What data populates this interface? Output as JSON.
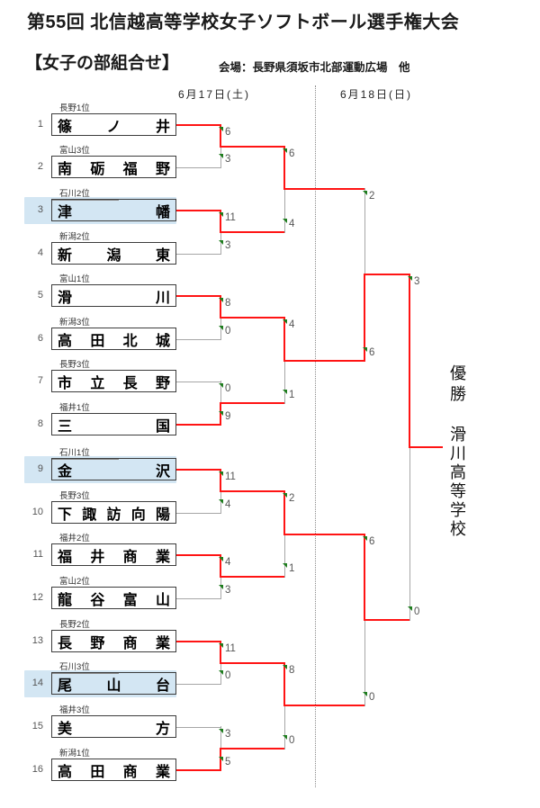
{
  "header": {
    "title": "第55回 北信越高等学校女子ソフトボール選手権大会",
    "section": "【女子の部組合せ】",
    "venue": "会場：長野県須坂市北部運動広場　他",
    "date_day1": "6月17日(土)",
    "date_day2": "6月18日(日)"
  },
  "champion": {
    "label": "優勝",
    "name": "滑川高等学校"
  },
  "teams": [
    {
      "no": "1",
      "seed": "長野1位",
      "name": "篠ノ井",
      "highlighted": false
    },
    {
      "no": "2",
      "seed": "富山3位",
      "name": "南砺福野",
      "highlighted": false
    },
    {
      "no": "3",
      "seed": "石川2位",
      "name": "津幡",
      "highlighted": true
    },
    {
      "no": "4",
      "seed": "新潟2位",
      "name": "新潟東",
      "highlighted": false
    },
    {
      "no": "5",
      "seed": "富山1位",
      "name": "滑川",
      "highlighted": false
    },
    {
      "no": "6",
      "seed": "新潟3位",
      "name": "高田北城",
      "highlighted": false
    },
    {
      "no": "7",
      "seed": "長野3位",
      "name": "市立長野",
      "highlighted": false
    },
    {
      "no": "8",
      "seed": "福井1位",
      "name": "三国",
      "highlighted": false
    },
    {
      "no": "9",
      "seed": "石川1位",
      "name": "金沢",
      "highlighted": true
    },
    {
      "no": "10",
      "seed": "長野3位",
      "name": "下諏訪向陽",
      "highlighted": false
    },
    {
      "no": "11",
      "seed": "福井2位",
      "name": "福井商業",
      "highlighted": false
    },
    {
      "no": "12",
      "seed": "富山2位",
      "name": "龍谷富山",
      "highlighted": false
    },
    {
      "no": "13",
      "seed": "長野2位",
      "name": "長野商業",
      "highlighted": false
    },
    {
      "no": "14",
      "seed": "石川3位",
      "name": "尾山台",
      "highlighted": true
    },
    {
      "no": "15",
      "seed": "福井3位",
      "name": "美方",
      "highlighted": false
    },
    {
      "no": "16",
      "seed": "新潟1位",
      "name": "高田商業",
      "highlighted": false
    }
  ],
  "results": {
    "round1": [
      {
        "top": "篠ノ井",
        "bottom": "南砺福野",
        "top_score": "6",
        "bottom_score": "3",
        "winner": "top"
      },
      {
        "top": "津幡",
        "bottom": "新潟東",
        "top_score": "11",
        "bottom_score": "3",
        "winner": "top"
      },
      {
        "top": "滑川",
        "bottom": "高田北城",
        "top_score": "8",
        "bottom_score": "0",
        "winner": "top"
      },
      {
        "top": "市立長野",
        "bottom": "三国",
        "top_score": "0",
        "bottom_score": "9",
        "winner": "bottom"
      },
      {
        "top": "金沢",
        "bottom": "下諏訪向陽",
        "top_score": "11",
        "bottom_score": "4",
        "winner": "top"
      },
      {
        "top": "福井商業",
        "bottom": "龍谷富山",
        "top_score": "4",
        "bottom_score": "3",
        "winner": "top"
      },
      {
        "top": "長野商業",
        "bottom": "尾山台",
        "top_score": "11",
        "bottom_score": "0",
        "winner": "top"
      },
      {
        "top": "美方",
        "bottom": "高田商業",
        "top_score": "3",
        "bottom_score": "5",
        "winner": "bottom"
      }
    ],
    "quarterfinals": [
      {
        "top": "篠ノ井",
        "bottom": "津幡",
        "top_score": "6",
        "bottom_score": "4",
        "winner": "top"
      },
      {
        "top": "滑川",
        "bottom": "三国",
        "top_score": "4",
        "bottom_score": "1",
        "winner": "top"
      },
      {
        "top": "金沢",
        "bottom": "福井商業",
        "top_score": "2",
        "bottom_score": "1",
        "winner": "top"
      },
      {
        "top": "長野商業",
        "bottom": "高田商業",
        "top_score": "8",
        "bottom_score": "0",
        "winner": "top"
      }
    ],
    "semifinals": [
      {
        "top": "篠ノ井",
        "bottom": "滑川",
        "top_score": "2",
        "bottom_score": "6",
        "winner": "bottom"
      },
      {
        "top": "金沢",
        "bottom": "長野商業",
        "top_score": "6",
        "bottom_score": "0",
        "winner": "top"
      }
    ],
    "final": {
      "top": "滑川",
      "bottom": "金沢",
      "top_score": "3",
      "bottom_score": "0",
      "winner": "top"
    }
  },
  "colors": {
    "winner_line": "#ff1414",
    "loser_line": "#a6a6a6",
    "highlight": "#d3e6f3",
    "score_tick": "#1e7d1e",
    "box_border": "#3c3c3c"
  }
}
